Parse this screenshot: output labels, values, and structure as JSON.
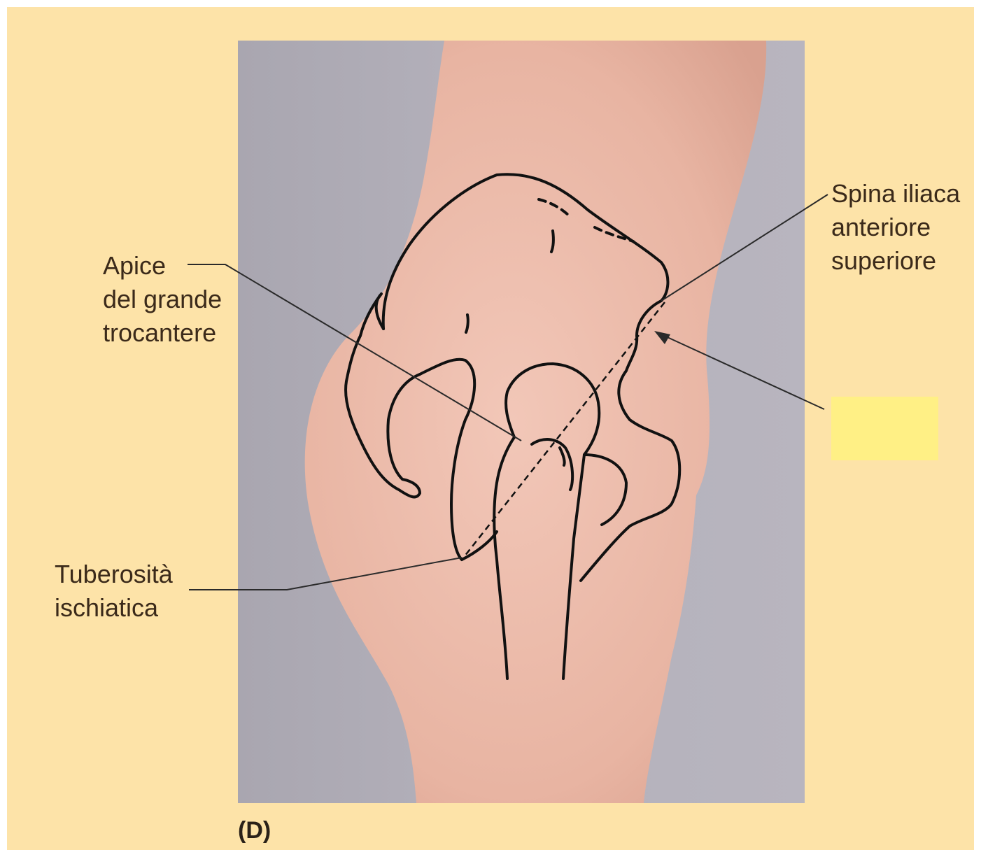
{
  "labels": {
    "trochanter": [
      "Apice",
      "del grande",
      "trocantere"
    ],
    "asis": [
      "Spina iliaca",
      "anteriore",
      "superiore"
    ],
    "ischial": [
      "Tuberosità",
      "ischiatica"
    ]
  },
  "panel_letter": "(D)",
  "hidden_label": "",
  "colors": {
    "panel_bg": "#fde3a8",
    "photo_bg": "#b3b0ba",
    "skin": "#e8b7a6",
    "outline": "#111111",
    "label_text": "#3b2a1a",
    "hidden_box": "#fff085"
  }
}
